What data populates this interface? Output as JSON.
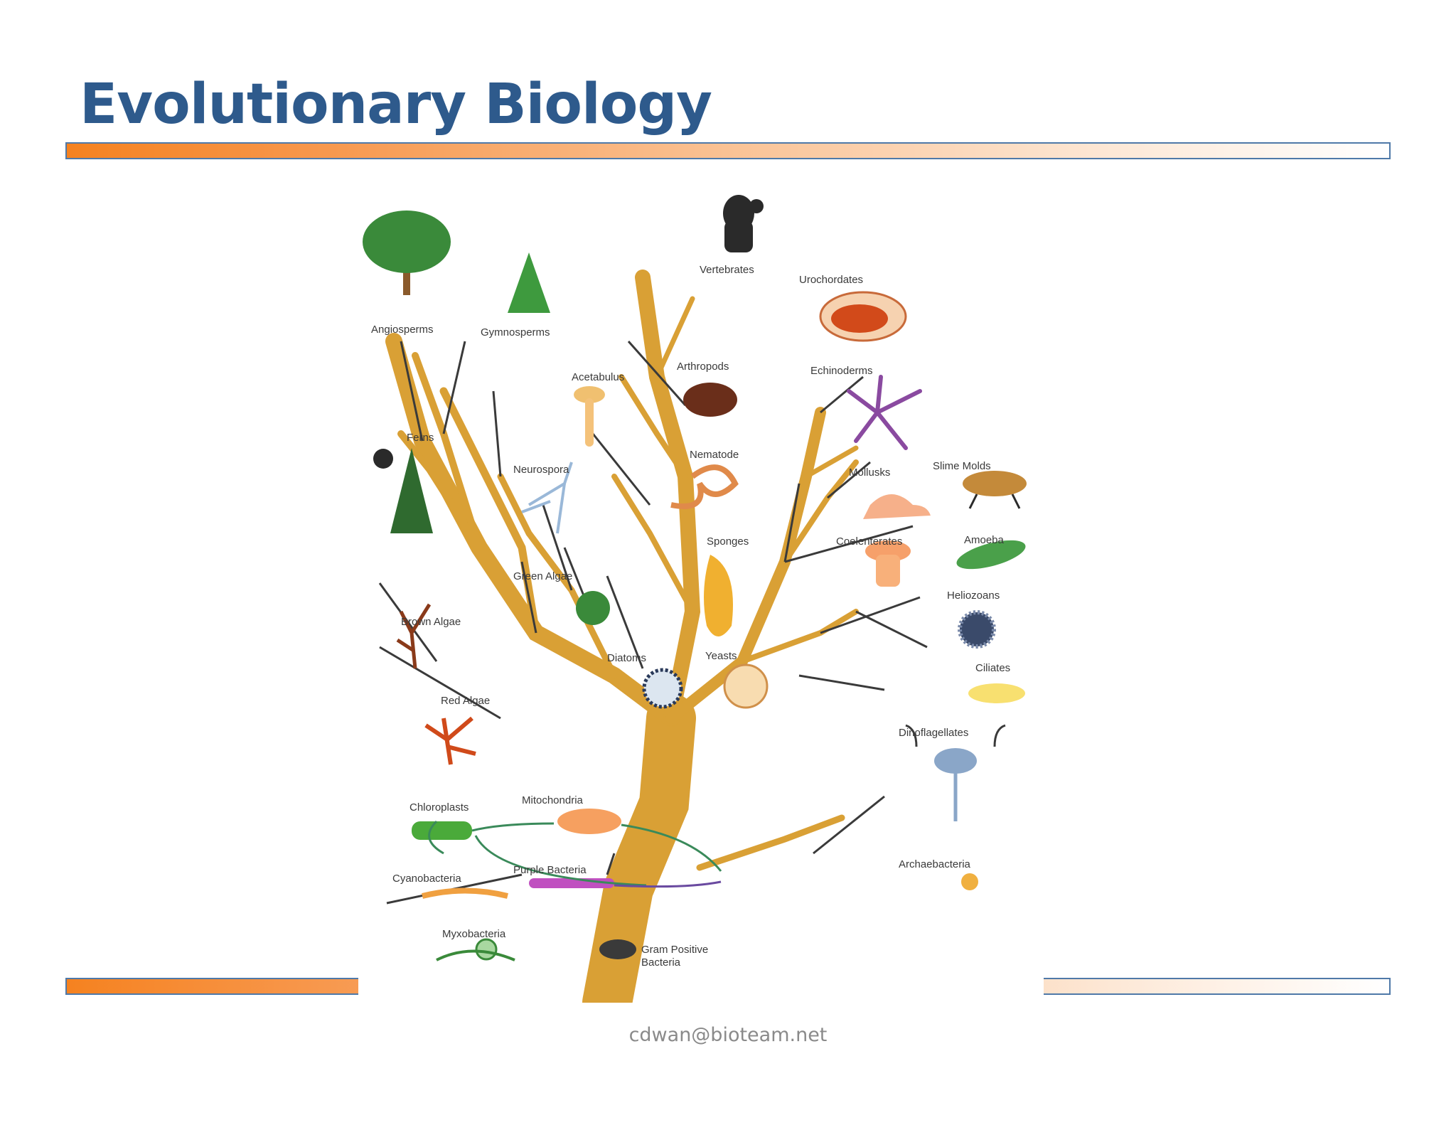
{
  "slide": {
    "title": "Evolutionary Biology",
    "footer_email": "cdwan@bioteam.net",
    "accent_color": "#f58220",
    "title_color": "#2e5a8c"
  },
  "tree": {
    "labels": {
      "vertebrates": "Vertebrates",
      "urochordates": "Urochordates",
      "angiosperms": "Angiosperms",
      "gymnosperms": "Gymnosperms",
      "acetabulus": "Acetabulus",
      "arthropods": "Arthropods",
      "echinoderms": "Echinoderms",
      "ferns": "Ferns",
      "nematode": "Nematode",
      "neurospora": "Neurospora",
      "molluscs": "Mollusks",
      "slime_molds": "Slime Molds",
      "sponges": "Sponges",
      "coelenterates": "Coelenterates",
      "amoeba": "Amoeba",
      "green_algae": "Green Algae",
      "heliozoans": "Heliozoans",
      "brown_algae": "Brown Algae",
      "diatoms": "Diatoms",
      "yeasts": "Yeasts",
      "ciliates": "Ciliates",
      "red_algae": "Red Algae",
      "dinoflagellates": "Dinoflagellates",
      "chloroplasts": "Chloroplasts",
      "mitochondria": "Mitochondria",
      "cyanobacteria": "Cyanobacteria",
      "purple_bacteria": "Purple Bacteria",
      "archaebacteria": "Archaebacteria",
      "myxobacteria": "Myxobacteria",
      "gram_positive_1": "Gram Positive",
      "gram_positive_2": "Bacteria"
    }
  }
}
